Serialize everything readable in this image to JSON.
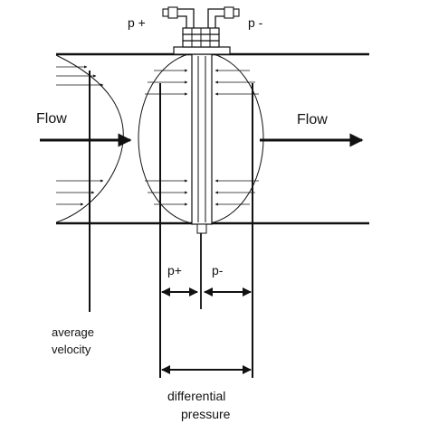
{
  "labels": {
    "p_plus_top": "p +",
    "p_minus_top": "p -",
    "flow_left": "Flow",
    "flow_right": "Flow",
    "p_plus_bottom": "p+",
    "p_minus_bottom": "p-",
    "average_line1": "average",
    "average_line2": "velocity",
    "differential_line1": "differential",
    "differential_line2": "pressure"
  },
  "colors": {
    "stroke": "#111111",
    "background": "#ffffff"
  }
}
